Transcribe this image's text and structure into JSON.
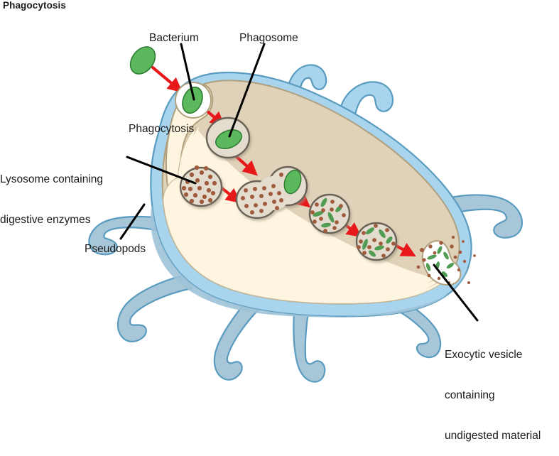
{
  "title": "Phagocytosis",
  "diagram": {
    "type": "biological-process-diagram",
    "subject": "phagocytosis by an amoeboid cell (macrophage)",
    "labels": {
      "bacterium": "Bacterium",
      "phagosome": "Phagosome",
      "phagocytosis": "Phagocytosis",
      "lysosome": "Lysosome containing\ndigestive enzymes",
      "lysosome_line1": "Lysosome containing",
      "lysosome_line2": "digestive enzymes",
      "pseudopods": "Pseudopods",
      "exocytic": "Exocytic vesicle\ncontaining\nundigested material",
      "exocytic_line1": "Exocytic vesicle",
      "exocytic_line2": "containing",
      "exocytic_line3": "undigested material"
    },
    "colors": {
      "background": "#ffffff",
      "text": "#1a1a1a",
      "bacterium_fill": "#5cb85c",
      "bacterium_stroke": "#2f7d32",
      "arrow_red": "#e8191b",
      "cytoplasm_light": "#fdf5e0",
      "cytoplasm_dark": "#e0d2b8",
      "cell_outline": "#b0a07e",
      "membrane_blue_light": "#a8d4ee",
      "membrane_blue_mid": "#9fc3d7",
      "membrane_blue_stroke": "#4e94bd",
      "pseudopod_fill": "#a7c6d8",
      "vesicle_fill": "#e3dccf",
      "vesicle_stroke": "#6b6257",
      "enzyme_dot": "#a05a3c",
      "digested_green": "#4f9c52",
      "leader_line": "#000000"
    },
    "stages": [
      {
        "order": 1,
        "name": "free-bacterium",
        "description": "Bacterium outside the cell"
      },
      {
        "order": 2,
        "name": "engulfment",
        "description": "Pseudopods engulf bacterium — phagocytosis"
      },
      {
        "order": 3,
        "name": "phagosome",
        "description": "Phagosome containing intact bacterium"
      },
      {
        "order": 4,
        "name": "lysosome",
        "description": "Lysosome containing digestive enzymes"
      },
      {
        "order": 5,
        "name": "fusion",
        "description": "Lysosome fuses with phagosome"
      },
      {
        "order": 6,
        "name": "digestion-early",
        "description": "Bacterium being broken down"
      },
      {
        "order": 7,
        "name": "digestion-late",
        "description": "Residual body with fragments"
      },
      {
        "order": 8,
        "name": "exocytosis",
        "description": "Exocytic vesicle expels undigested material"
      }
    ],
    "counts": {
      "pseudopods_visible": 7,
      "red_arrows": 7,
      "vesicles": 6
    }
  }
}
